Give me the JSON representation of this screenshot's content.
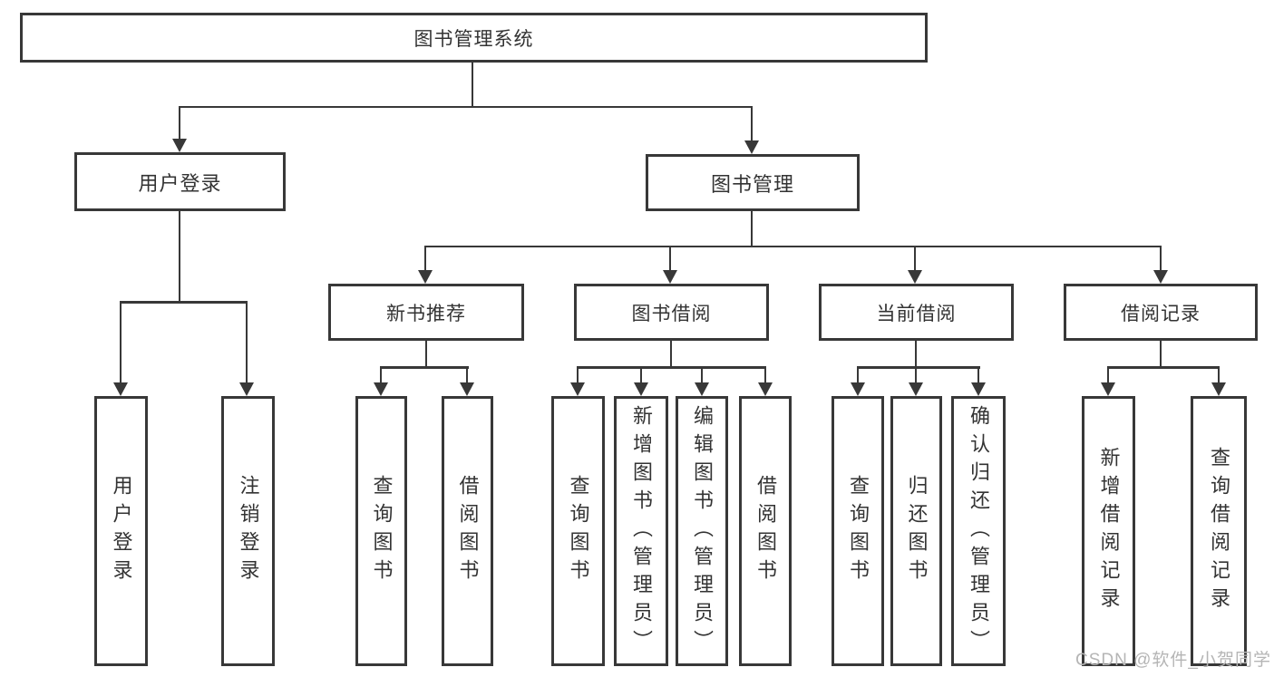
{
  "diagram": {
    "type": "hierarchy-tree",
    "root": "图书管理系统",
    "level2": {
      "user_login": "用户登录",
      "book_mgmt": "图书管理"
    },
    "level3": [
      "新书推荐",
      "图书借阅",
      "当前借阅",
      "借阅记录"
    ],
    "leaves": {
      "user_login": [
        "用户登录",
        "注销登录"
      ],
      "new_book": [
        "查询图书",
        "借阅图书"
      ],
      "book_borrow": [
        "查询图书",
        "新增图书（管理员）",
        "编辑图书（管理员）",
        "借阅图书"
      ],
      "current_borrow": [
        "查询图书",
        "归还图书",
        "确认归还（管理员）"
      ],
      "borrow_records": [
        "新增借阅记录",
        "查询借阅记录"
      ]
    }
  },
  "watermark": "CSDN @软件_小贺同学",
  "colors": {
    "line": "#383838",
    "text": "#333333",
    "watermark": "#b5b5b5",
    "background": "#ffffff"
  }
}
